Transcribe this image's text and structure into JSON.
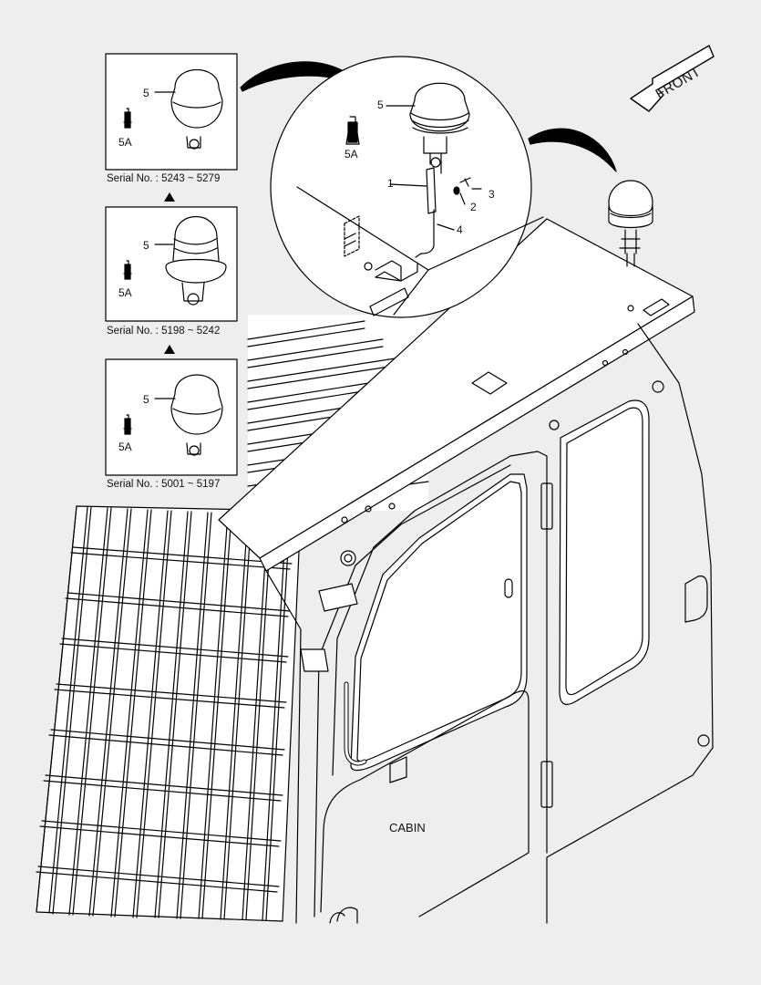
{
  "callouts": {
    "c1": "1",
    "c2": "2",
    "c3": "3",
    "c4": "4",
    "c5": "5",
    "c5a": "5A"
  },
  "detail_boxes": [
    {
      "item": "5",
      "bulb": "5A",
      "serial": "Serial No. : 5243 ~ 5279"
    },
    {
      "item": "5",
      "bulb": "5A",
      "serial": "Serial No. : 5198 ~ 5242"
    },
    {
      "item": "5",
      "bulb": "5A",
      "serial": "Serial No. : 5001 ~ 5197"
    }
  ],
  "front_label": "FRONT",
  "cabin_label": "CABIN"
}
